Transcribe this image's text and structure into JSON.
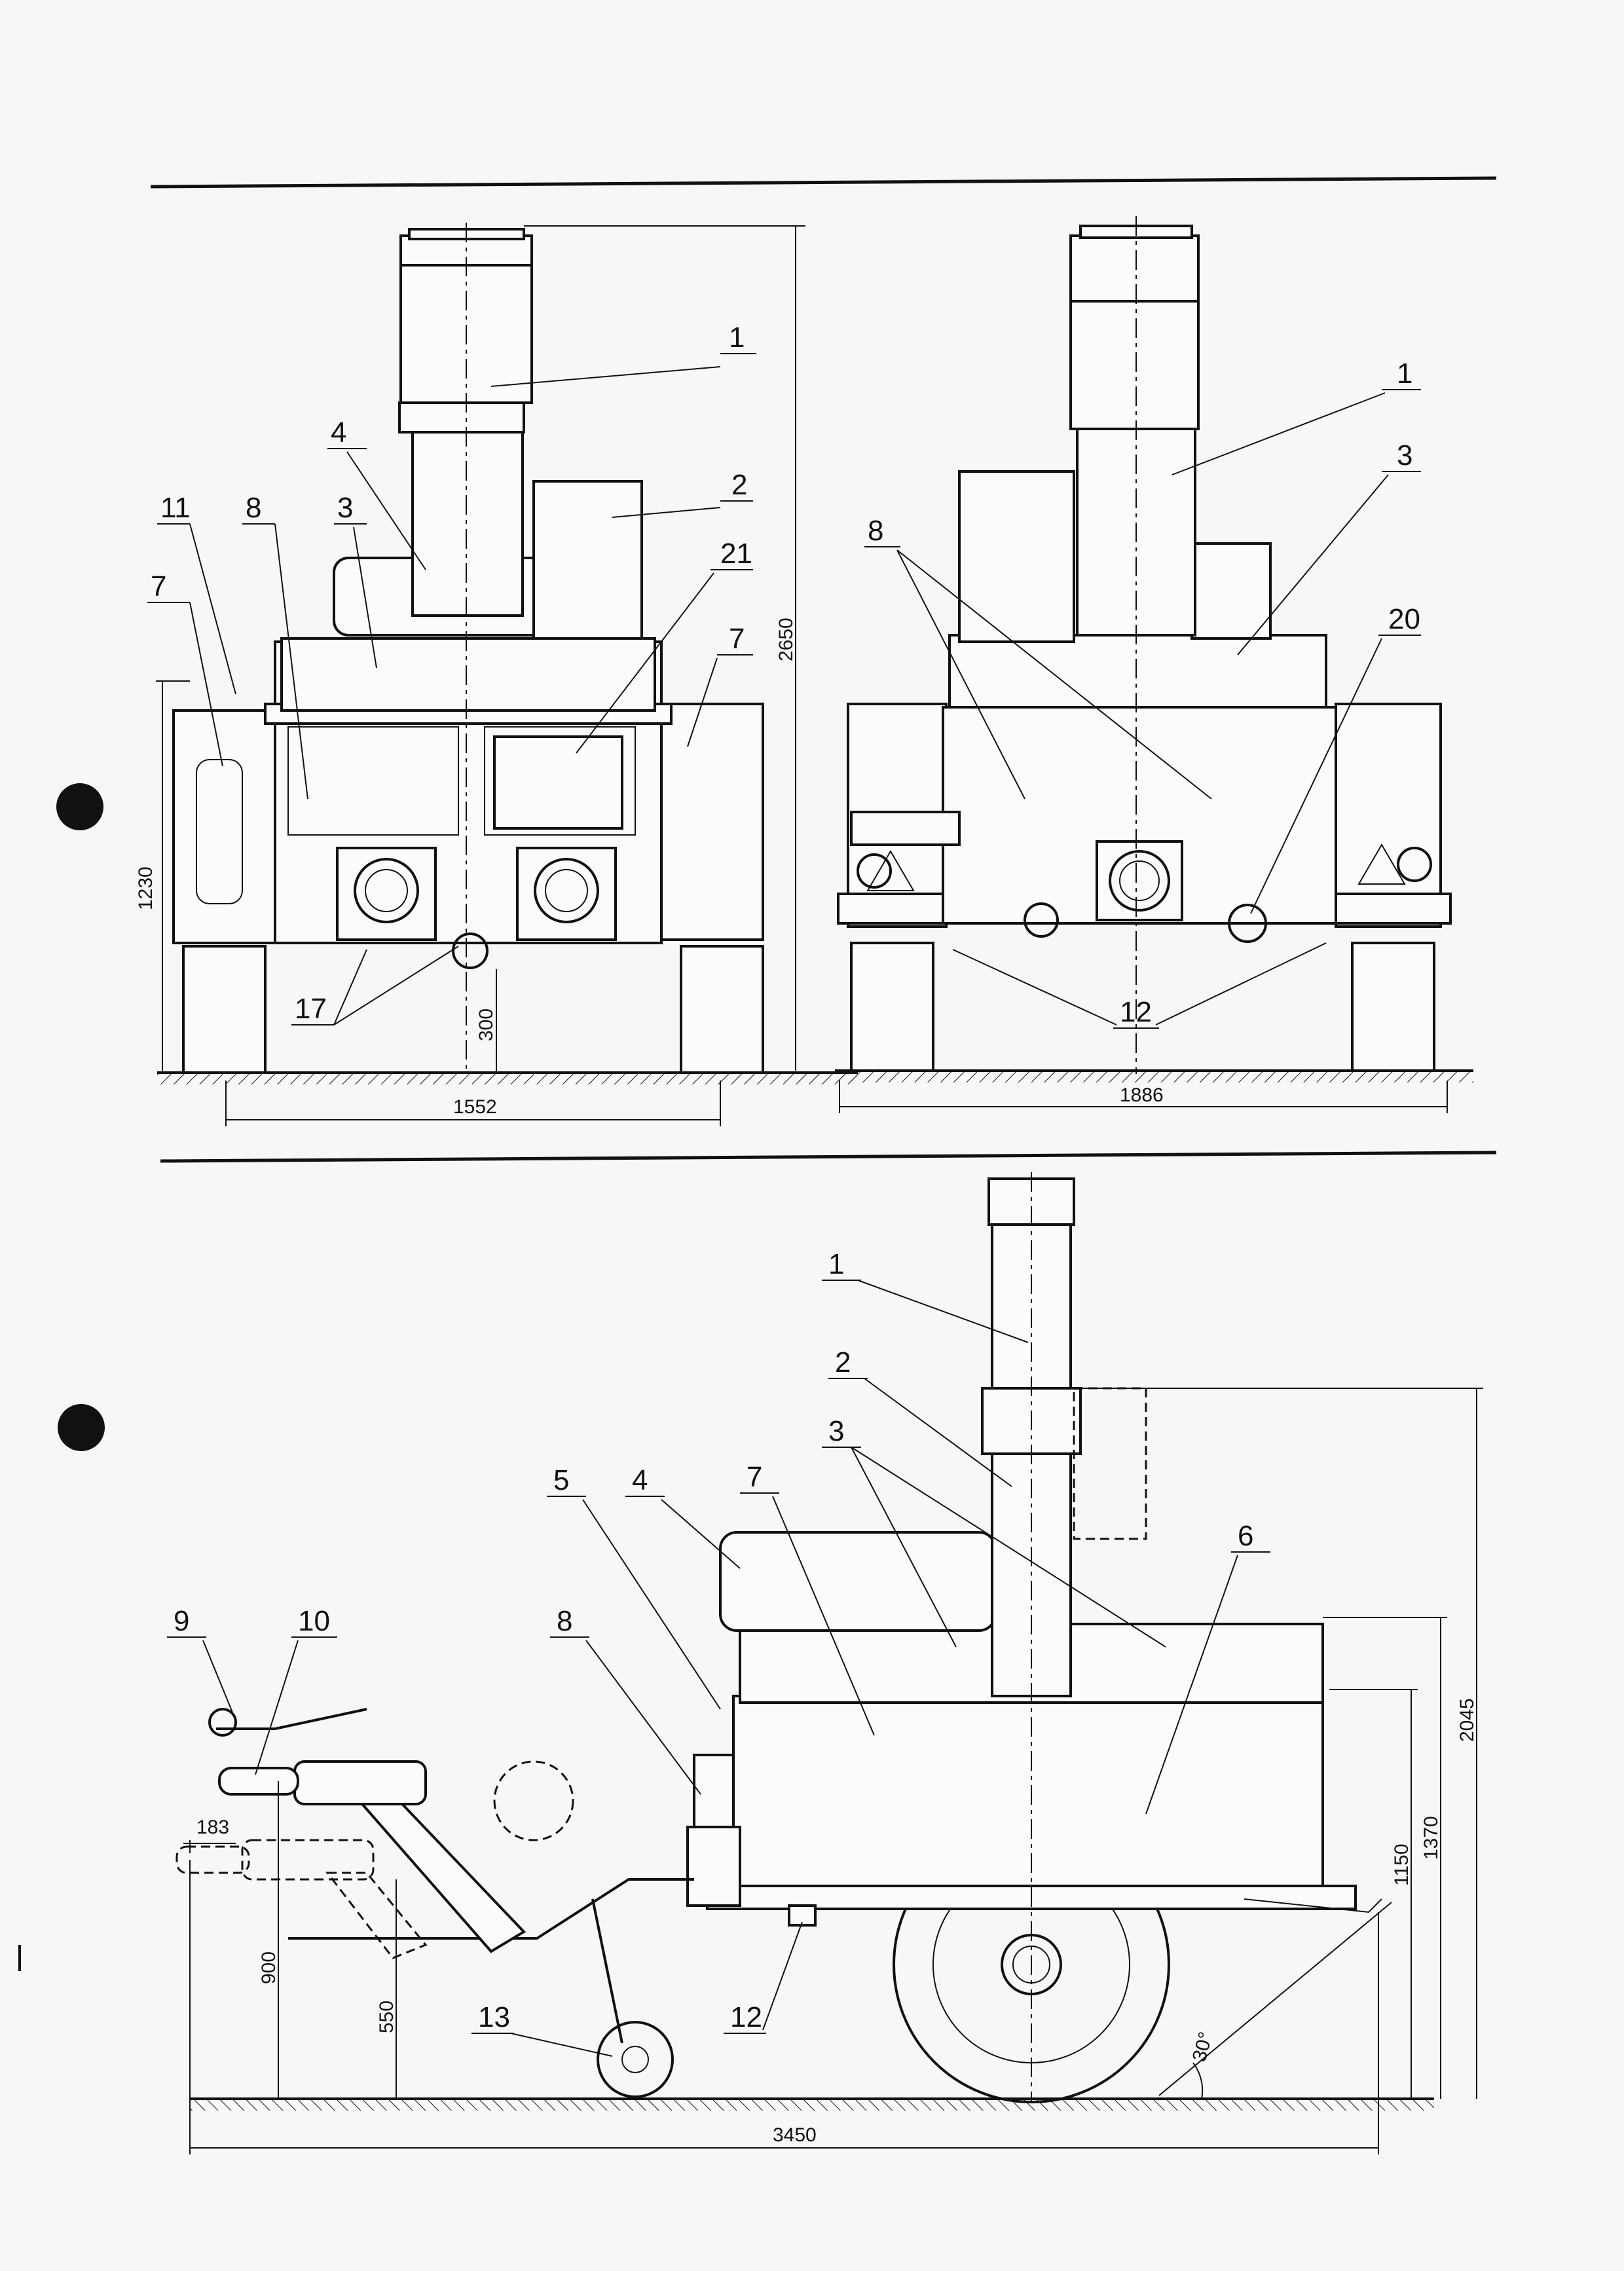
{
  "front_view": {
    "callouts": [
      "1",
      "2",
      "4",
      "21",
      "7",
      "8",
      "3",
      "11",
      "7",
      "17"
    ],
    "dimensions": {
      "height": "2650",
      "frame_height": "1230",
      "clearance": "300",
      "width": "1552"
    }
  },
  "rear_view": {
    "callouts": [
      "1",
      "3",
      "8",
      "20",
      "12"
    ],
    "dimensions": {
      "width": "1886"
    }
  },
  "side_view": {
    "callouts": [
      "1",
      "2",
      "3",
      "7",
      "4",
      "5",
      "6",
      "8",
      "9",
      "10",
      "13",
      "12"
    ],
    "dimensions": {
      "overall_height": "2045",
      "body_height": "1370",
      "axle_height": "1150",
      "hitch_height": "900",
      "wheel_height": "550",
      "overhang": "183",
      "length": "3450",
      "angle": "30°"
    }
  }
}
